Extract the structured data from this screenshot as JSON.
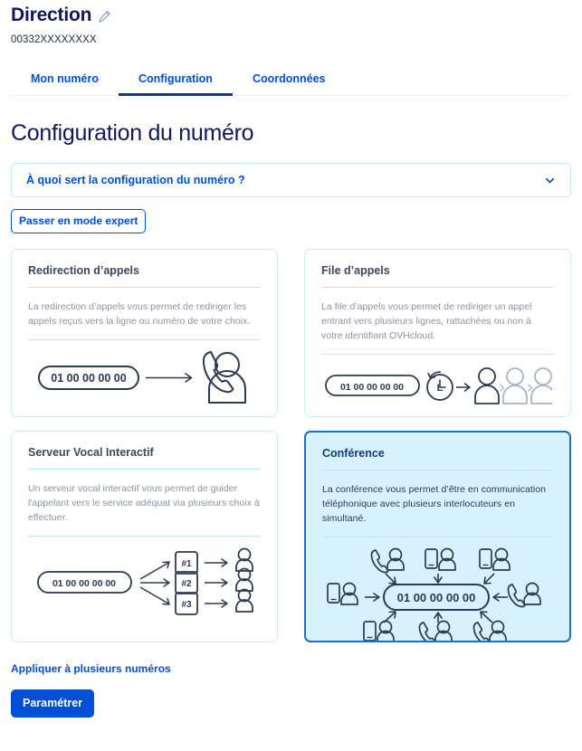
{
  "header": {
    "title": "Direction",
    "edit_icon": "pencil-icon",
    "number": "00332XXXXXXXX"
  },
  "tabs": [
    {
      "label": "Mon numéro",
      "active": false
    },
    {
      "label": "Configuration",
      "active": true
    },
    {
      "label": "Coordonnées",
      "active": false
    }
  ],
  "main": {
    "section_title": "Configuration du numéro",
    "accordion": {
      "label": "À quoi sert la configuration du numéro ?",
      "icon": "chevron-down-icon",
      "expanded": false
    },
    "expert_button": "Passer en mode expert",
    "apply_link": "Appliquer à plusieurs numéros",
    "submit_button": "Paramétrer"
  },
  "cards": [
    {
      "id": "redirection",
      "title": "Redirection d’appels",
      "description": "La redirection d’appels vous permet de rediriger les appels reçus vers la ligne ou numéro de votre choix.",
      "number": "01 00 00 00 00",
      "selected": false
    },
    {
      "id": "file-appels",
      "title": "File d’appels",
      "description": "La file d’appels vous permet de rediriger un appel entrant vers plusieurs lignes, rattachées ou non à votre identifiant OVHcloud.",
      "number": "01 00 00 00 00",
      "clock_label": "L",
      "selected": false
    },
    {
      "id": "serveur-vocal-interactif",
      "title": "Serveur Vocal Interactif",
      "description": "Un serveur vocal interactif vous permet de guider l'appelant vers le service adéquat via plusieurs choix à effectuer.",
      "number": "01 00 00 00 00",
      "options": [
        "#1",
        "#2",
        "#3"
      ],
      "selected": false
    },
    {
      "id": "conference",
      "title": "Conférence",
      "description": "La conférence vous permet d’être en communication téléphonique avec plusieurs interlocuteurs en simultané.",
      "number": "01 00 00 00 00",
      "selected": true
    }
  ],
  "colors": {
    "brand_blue": "#0050d7",
    "navy": "#11185e",
    "icon_navy": "#2b3a55",
    "card_border": "#cdeefa",
    "selected_bg": "#d7f2fc",
    "selected_border": "#1c6ed0",
    "muted_text": "#8c93a8"
  }
}
